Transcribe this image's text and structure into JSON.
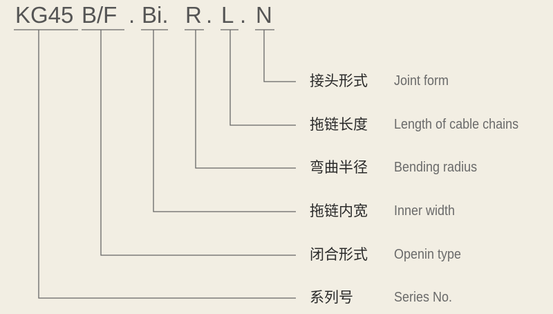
{
  "code": {
    "series": "KG45",
    "type": "B/F",
    "inner_width": "Bi.",
    "radius": "R",
    "length": "L",
    "joint": "N",
    "dot": "."
  },
  "legend": [
    {
      "zh": "接头形式",
      "en": "Joint form"
    },
    {
      "zh": "拖链长度",
      "en": "Length of cable chains"
    },
    {
      "zh": "弯曲半径",
      "en": "Bending radius"
    },
    {
      "zh": "拖链内宽",
      "en": "Inner width"
    },
    {
      "zh": "闭合形式",
      "en": "Openin type"
    },
    {
      "zh": "系列号",
      "en": "Series No."
    }
  ],
  "colors": {
    "background": "#f2eee3",
    "code_text": "#555555",
    "leader_line": "#666666",
    "zh_text": "#2a2a2a",
    "en_text": "#6a6a6a"
  }
}
